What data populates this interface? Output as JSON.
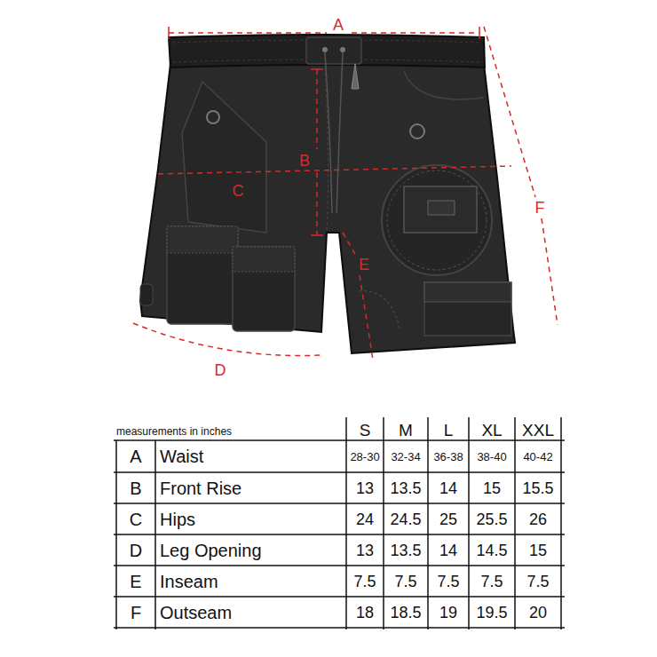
{
  "diagram": {
    "labels": [
      "A",
      "B",
      "C",
      "F",
      "E",
      "D",
      "measurements in inches",
      "S",
      "M",
      "L",
      "XL",
      "XXL",
      "A",
      "Waist",
      "28-30",
      "32-34",
      "36-38",
      "38-40",
      "40-42",
      "B",
      "Front Rise",
      "13",
      "13.5",
      "14",
      "15",
      "15.5",
      "C",
      "Hips",
      "24",
      "24.5",
      "25",
      "25.5",
      "26",
      "D",
      "Leg Opening",
      "13",
      "13.5",
      "14",
      "14.5",
      "15",
      "E",
      "Inseam",
      "7.5",
      "7.5",
      "7.5",
      "7.5",
      "7.5",
      "F",
      "Outseam",
      "18",
      "18.5",
      "19",
      "19.5",
      "20"
    ]
  }
}
